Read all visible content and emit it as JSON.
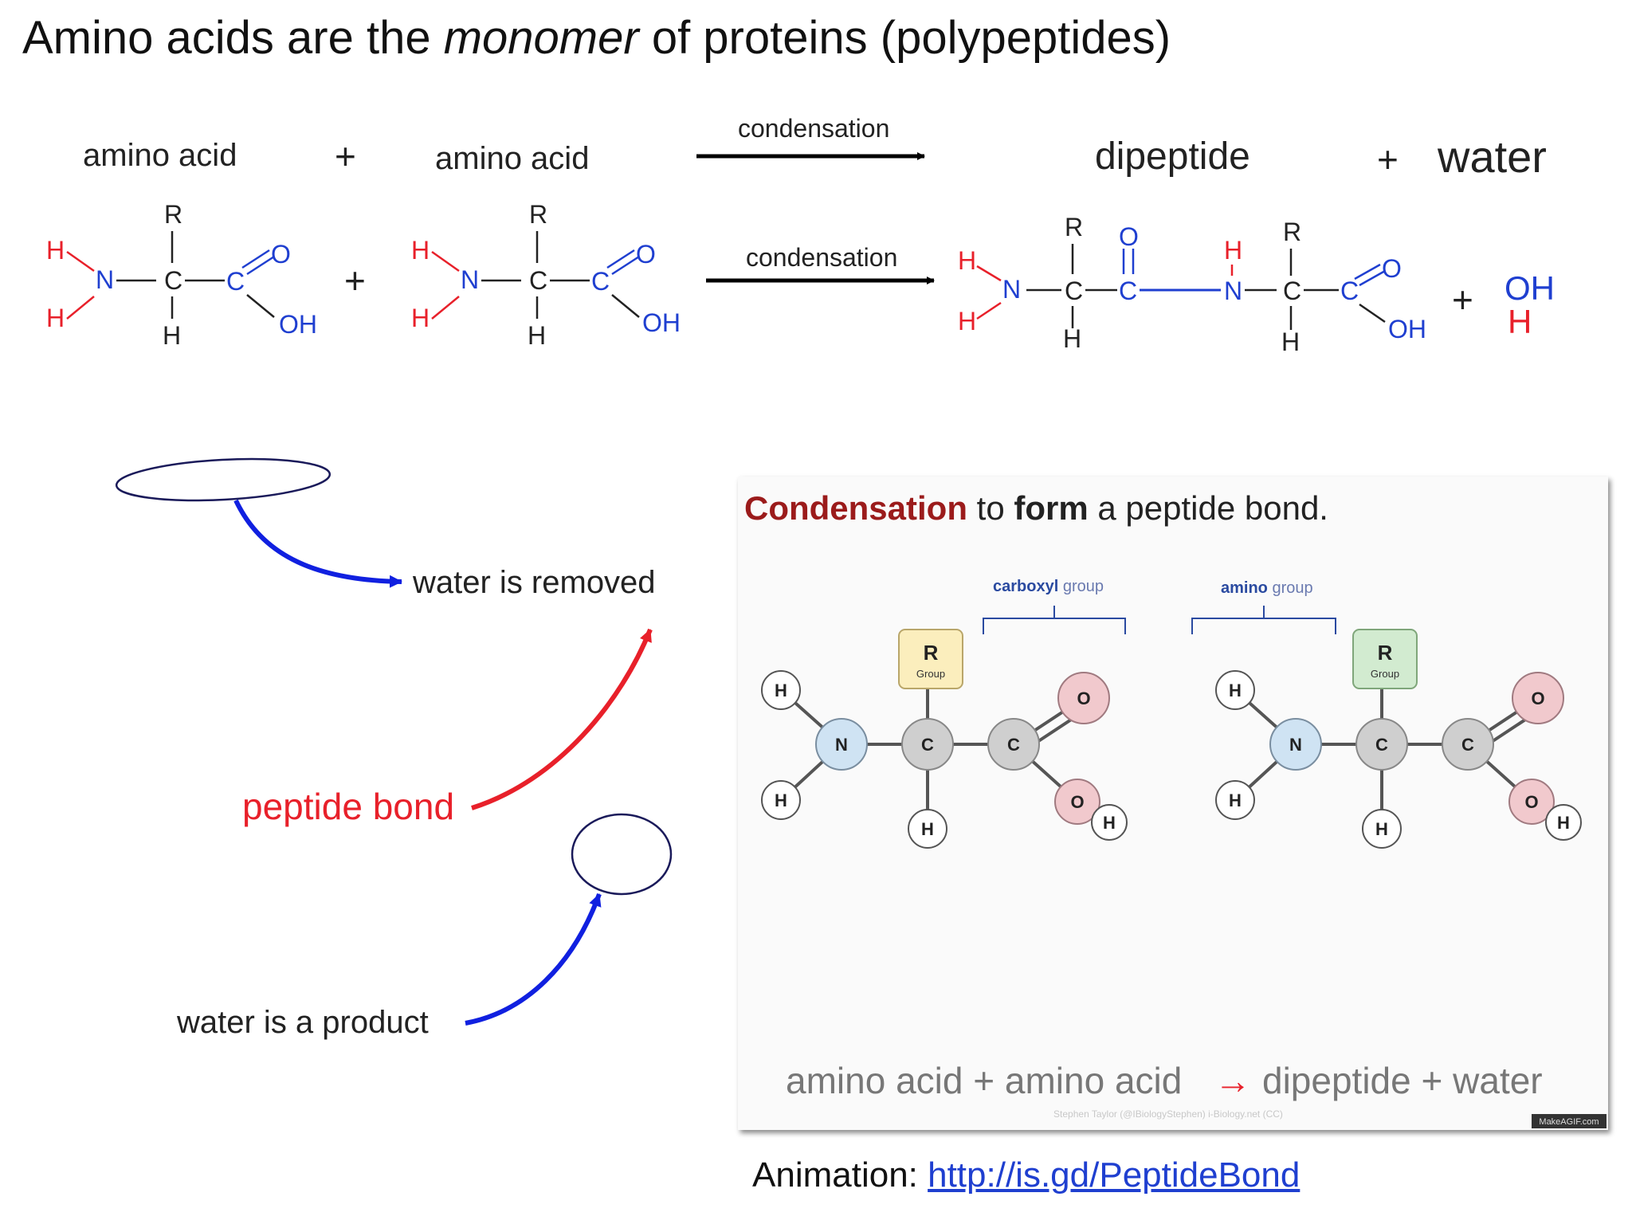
{
  "title": {
    "prefix": "Amino acids are the ",
    "emphasis": "monomer",
    "suffix": " of proteins (polypeptides)"
  },
  "word_equation": {
    "reactant1": "amino acid",
    "plus1": "+",
    "reactant2": "amino acid",
    "arrow_label": "condensation",
    "product1": "dipeptide",
    "plus2": "+",
    "product2": "water"
  },
  "structural_equation": {
    "arrow_label": "condensation",
    "plus": "+",
    "atoms": {
      "R": "R",
      "H": "H",
      "N": "N",
      "C": "C",
      "O": "O",
      "OH": "OH"
    }
  },
  "annotations": {
    "water_removed": "water is removed",
    "peptide_bond": "peptide bond",
    "water_product": "water is a product"
  },
  "animation_panel": {
    "heading_bold_red": "Condensation",
    "heading_mid": " to ",
    "heading_bold": "form",
    "heading_end": " a peptide bond.",
    "carboxyl_bold": "carboxyl",
    "carboxyl_rest": " group",
    "amino_bold": "amino",
    "amino_rest": " group",
    "r_label": "R",
    "r_sub": "Group",
    "equation_left": "amino acid + amino acid",
    "equation_arrow": "→",
    "equation_right": "dipeptide + water",
    "credit": "Stephen Taylor (@IBiologyStephen) i-Biology.net (CC)",
    "watermark": "MakeAGIF.com"
  },
  "footer": {
    "label": "Animation: ",
    "link": "http://is.gd/PeptideBond"
  },
  "colors": {
    "red": "#e8202a",
    "blue": "#1f3fd0",
    "arrow_blue": "#1020e0",
    "dark_red": "#9b1b1b",
    "n_fill": "#cfe3f3",
    "c_fill": "#cfcfcf",
    "o_fill": "#f1c9cd",
    "r1_fill": "#fbeebd",
    "r2_fill": "#d2ebd0"
  }
}
